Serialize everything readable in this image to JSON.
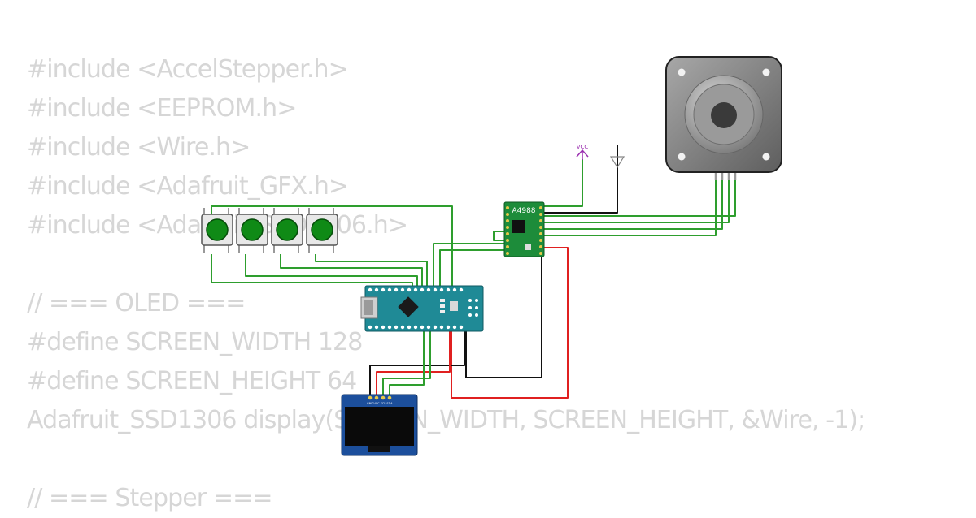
{
  "code_lines": [
    "#include <AccelStepper.h>",
    "#include <EEPROM.h>",
    "#include <Wire.h>",
    "#include <Adafruit_GFX.h>",
    "#include <Adafruit_SSD1306.h>",
    "",
    "// === OLED ===",
    "#define SCREEN_WIDTH 128",
    "#define SCREEN_HEIGHT 64",
    "Adafruit_SSD1306 display(SCREEN_WIDTH, SCREEN_HEIGHT, &Wire, -1);",
    "",
    "// === Stepper ==="
  ],
  "circuit": {
    "driver_label": "A4988",
    "vcc_label": "VCC",
    "oled_pin_labels": [
      "GND",
      "VCC",
      "SCL",
      "SDA"
    ],
    "colors": {
      "wire_signal": "#2e9e2e",
      "wire_power": "#e02020",
      "wire_ground": "#111111",
      "vcc_symbol": "#9b30b0",
      "arduino_board": "#1f8a96",
      "driver_board": "#1d8c3a",
      "oled_board": "#1c4f9c",
      "button_cap": "#0f8a16",
      "motor_body": "#8a8a8a"
    }
  }
}
